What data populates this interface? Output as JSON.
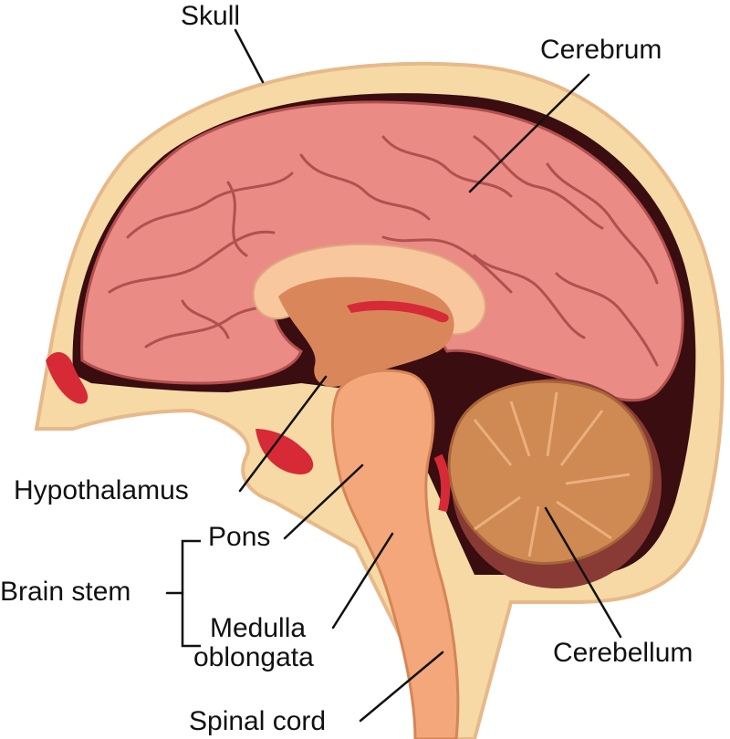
{
  "labels": {
    "skull": "Skull",
    "cerebrum": "Cerebrum",
    "hypothalamus": "Hypothalamus",
    "pons": "Pons",
    "brain_stem": "Brain stem",
    "medulla_line1": "Medulla",
    "medulla_line2": "oblongata",
    "cerebellum": "Cerebellum",
    "spinal_cord": "Spinal cord"
  },
  "colors": {
    "skull_fill": "#f6d9a5",
    "skull_edge": "#e7b98a",
    "dura_dark": "#3a0d10",
    "cerebrum_fill": "#ea8b86",
    "cerebrum_gyrus_line": "#b2504e",
    "corpus_callosum": "#f8c79d",
    "diencephalon": "#d9875a",
    "brainstem_fill": "#f3a77a",
    "cerebellum_fill": "#cf8953",
    "cerebellum_outer": "#8a3a35",
    "vessel_red": "#d62a36",
    "leader_line": "#111111"
  }
}
